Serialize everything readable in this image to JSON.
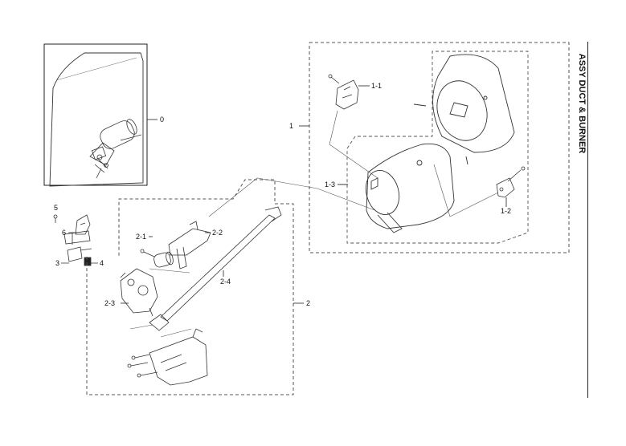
{
  "title": "ASSY DUCT & BURNER",
  "labels": {
    "l0": "0",
    "l1": "1",
    "l1_1": "1-1",
    "l1_2": "1-2",
    "l1_3": "1-3",
    "l2": "2",
    "l2_1": "2-1",
    "l2_2": "2-2",
    "l2_3": "2-3",
    "l2_4": "2-4",
    "l3": "3",
    "l4": "4",
    "l5": "5",
    "l6": "6"
  },
  "colors": {
    "line": "#222222",
    "dash": "#555555",
    "part": "#333333"
  }
}
